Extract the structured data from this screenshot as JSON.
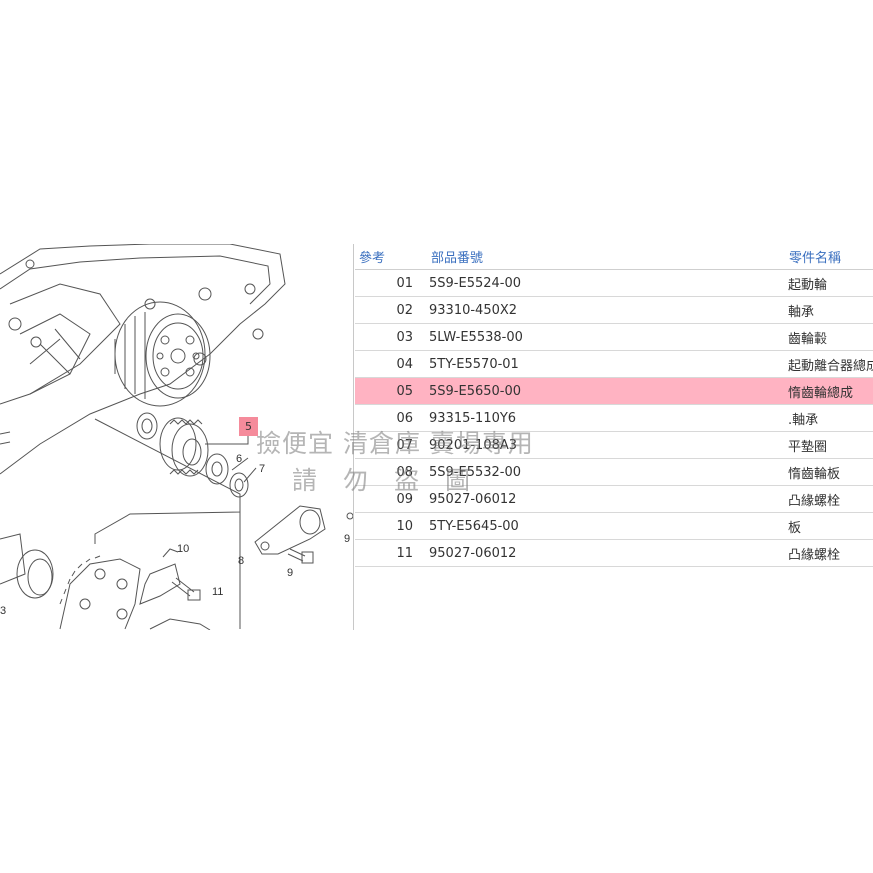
{
  "diagram": {
    "callouts": [
      "5",
      "6",
      "7",
      "8",
      "9",
      "9",
      "10",
      "11",
      "3"
    ],
    "highlight_color": "#f58b9b"
  },
  "parts_table": {
    "headers": {
      "ref": "參考",
      "part_no": "部品番號",
      "name": "零件名稱"
    },
    "rows": [
      {
        "ref": "01",
        "part_no": "5S9-E5524-00",
        "name": "起動輪"
      },
      {
        "ref": "02",
        "part_no": "93310-450X2",
        "name": "軸承"
      },
      {
        "ref": "03",
        "part_no": "5LW-E5538-00",
        "name": "齒輪轂"
      },
      {
        "ref": "04",
        "part_no": "5TY-E5570-01",
        "name": "起動離合器總成"
      },
      {
        "ref": "05",
        "part_no": "5S9-E5650-00",
        "name": "惰齒輪總成",
        "highlight": true
      },
      {
        "ref": "06",
        "part_no": "93315-110Y6",
        "name": ".軸承"
      },
      {
        "ref": "07",
        "part_no": "90201-108A3",
        "name": "平墊圈"
      },
      {
        "ref": "08",
        "part_no": "5S9-E5532-00",
        "name": "惰齒輪板"
      },
      {
        "ref": "09",
        "part_no": "95027-06012",
        "name": "凸緣螺栓"
      },
      {
        "ref": "10",
        "part_no": "5TY-E5645-00",
        "name": "板"
      },
      {
        "ref": "11",
        "part_no": "95027-06012",
        "name": "凸緣螺栓"
      }
    ],
    "header_color": "#3a6fbf",
    "highlight_color": "#ffb3c2"
  },
  "watermark": {
    "line1": "撿便宜 清倉庫 賣場專用",
    "line2": "請勿盜圖"
  }
}
